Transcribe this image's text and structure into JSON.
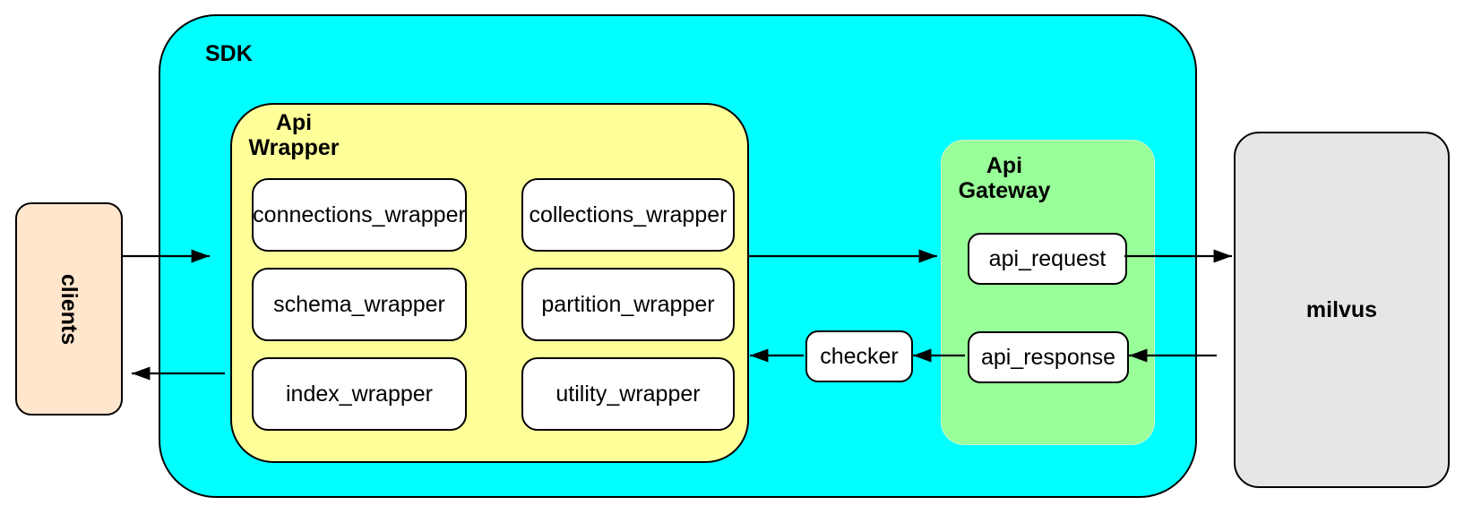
{
  "diagram": {
    "clients": {
      "label": "clients",
      "fill": "#FFE6CC"
    },
    "sdk": {
      "label": "SDK",
      "fill": "#00FFFF",
      "api_wrapper": {
        "label": "Api\nWrapper",
        "fill": "#FFFF99",
        "modules": [
          "connections_wrapper",
          "collections_wrapper",
          "schema_wrapper",
          "partition_wrapper",
          "index_wrapper",
          "utility_wrapper"
        ]
      },
      "checker": {
        "label": "checker"
      },
      "api_gateway": {
        "label": "Api\nGateway",
        "fill": "#99FF99",
        "request": {
          "label": "api_request"
        },
        "response": {
          "label": "api_response"
        }
      }
    },
    "milvus": {
      "label": "milvus",
      "fill": "#E6E6E6"
    },
    "border_color": "#000000",
    "background": "#FFFFFF",
    "flows": [
      "clients -> sdk/api_wrapper",
      "api_wrapper -> api_gateway",
      "api_request -> milvus",
      "milvus -> api_response",
      "api_response -> checker",
      "checker -> api_wrapper",
      "api_wrapper -> clients"
    ]
  }
}
